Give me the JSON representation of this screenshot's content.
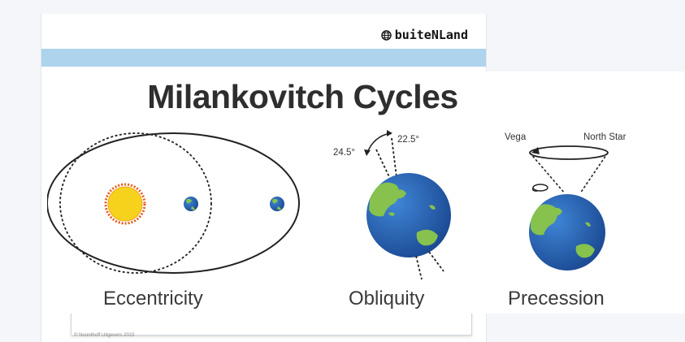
{
  "header": {
    "brand": "buiteNLand"
  },
  "footer": {
    "copyright": "© Noordhoff Uitgevers 2023"
  },
  "slide": {
    "title": "Milankovitch Cycles",
    "panels": {
      "eccentricity": {
        "caption": "Eccentricity"
      },
      "obliquity": {
        "caption": "Obliquity",
        "angle_a": "24.5°",
        "angle_b": "22.5°"
      },
      "precession": {
        "caption": "Precession",
        "star_left": "Vega",
        "star_right": "North Star"
      }
    }
  },
  "colors": {
    "band": "#aed3ec",
    "ocean": "#2b64b4",
    "land": "#86c24d",
    "sun": "#f7d21c",
    "sun_rays": "#e8591c"
  }
}
